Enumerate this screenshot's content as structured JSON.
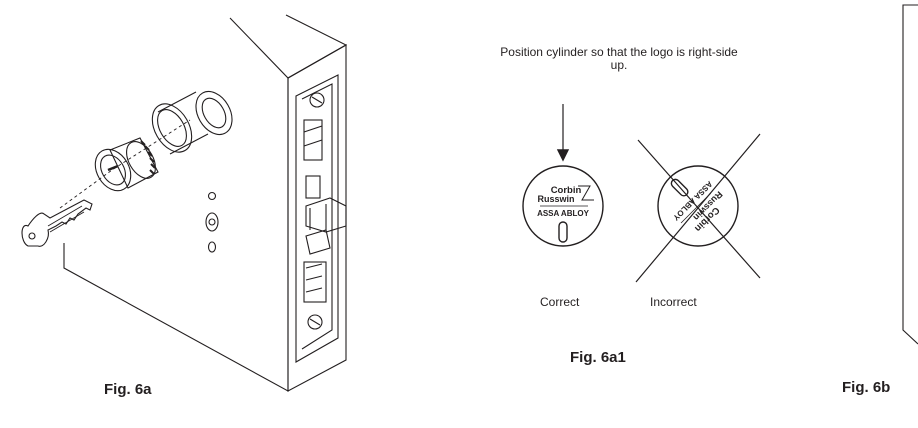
{
  "figures": {
    "fig6a": {
      "label": "Fig. 6a"
    },
    "fig6a1": {
      "label": "Fig. 6a1",
      "instruction": "Position cylinder so that the logo is right-side up.",
      "correct_label": "Correct",
      "incorrect_label": "Incorrect"
    },
    "fig6b": {
      "label": "Fig.  6b"
    }
  },
  "logo": {
    "brand_line1": "Corbin",
    "brand_line2": "Russwin",
    "brand_line3": "ASSA ABLOY"
  },
  "colors": {
    "ink": "#231f20",
    "background": "#ffffff"
  }
}
